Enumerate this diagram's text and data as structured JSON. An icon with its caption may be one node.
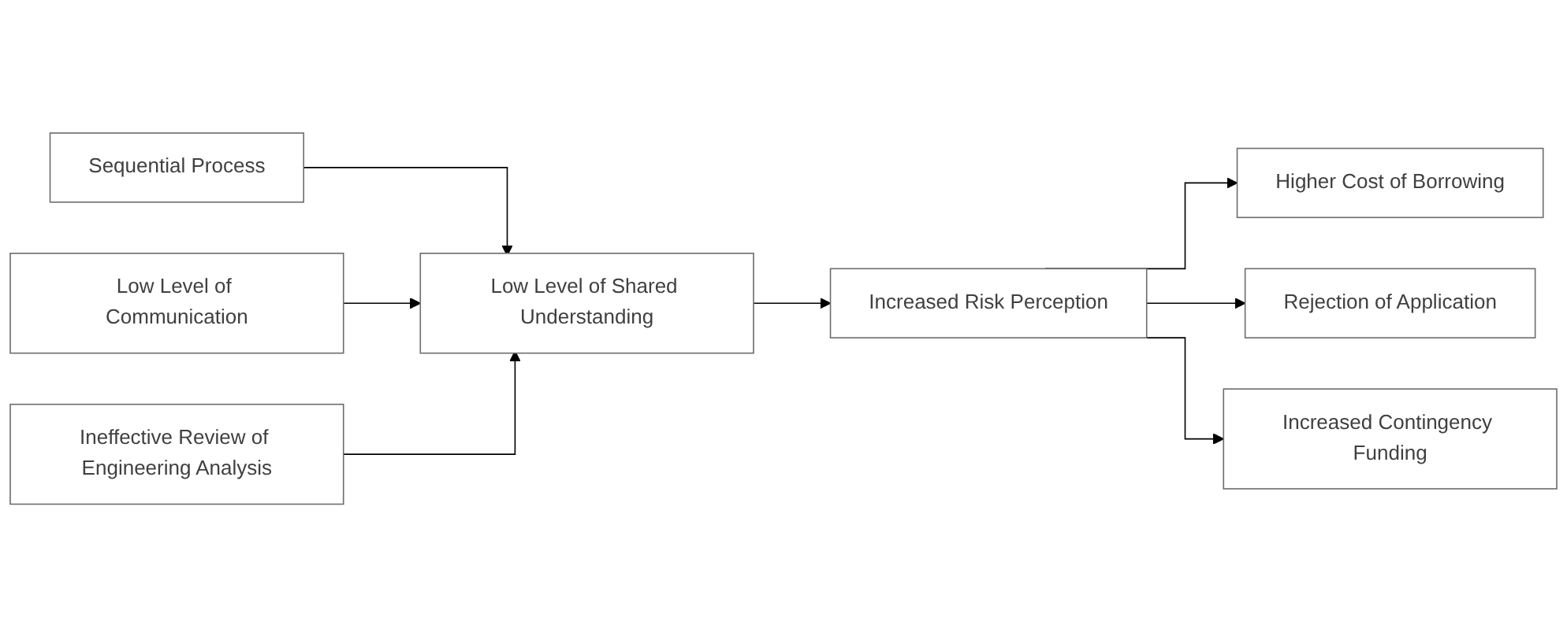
{
  "diagram": {
    "nodes": [
      {
        "text": [
          "Sequential Process"
        ]
      },
      {
        "text": [
          "Low Level of Communication"
        ]
      },
      {
        "text": [
          "Ineffective Review of Engineering Analysis"
        ]
      },
      {
        "text": [
          "Low Level of Shared Understanding"
        ]
      },
      {
        "text": [
          "Increased Risk Perception"
        ]
      },
      {
        "text": [
          "Higher Cost of Borrowing"
        ]
      },
      {
        "text": [
          "Rejection of Application"
        ]
      },
      {
        "text": [
          "Increased Contingency Funding"
        ]
      }
    ],
    "edges": [
      {
        "from": 0,
        "to": 3,
        "arrow": "to"
      },
      {
        "from": 1,
        "to": 3,
        "arrow": "to"
      },
      {
        "from": 2,
        "to": 3,
        "arrow": "to"
      },
      {
        "from": 3,
        "to": 4,
        "arrow": "to"
      },
      {
        "from": 4,
        "to": 5,
        "arrow": "to"
      },
      {
        "from": 4,
        "to": 6,
        "arrow": "to"
      },
      {
        "from": 4,
        "to": 7,
        "arrow": "to"
      }
    ]
  }
}
